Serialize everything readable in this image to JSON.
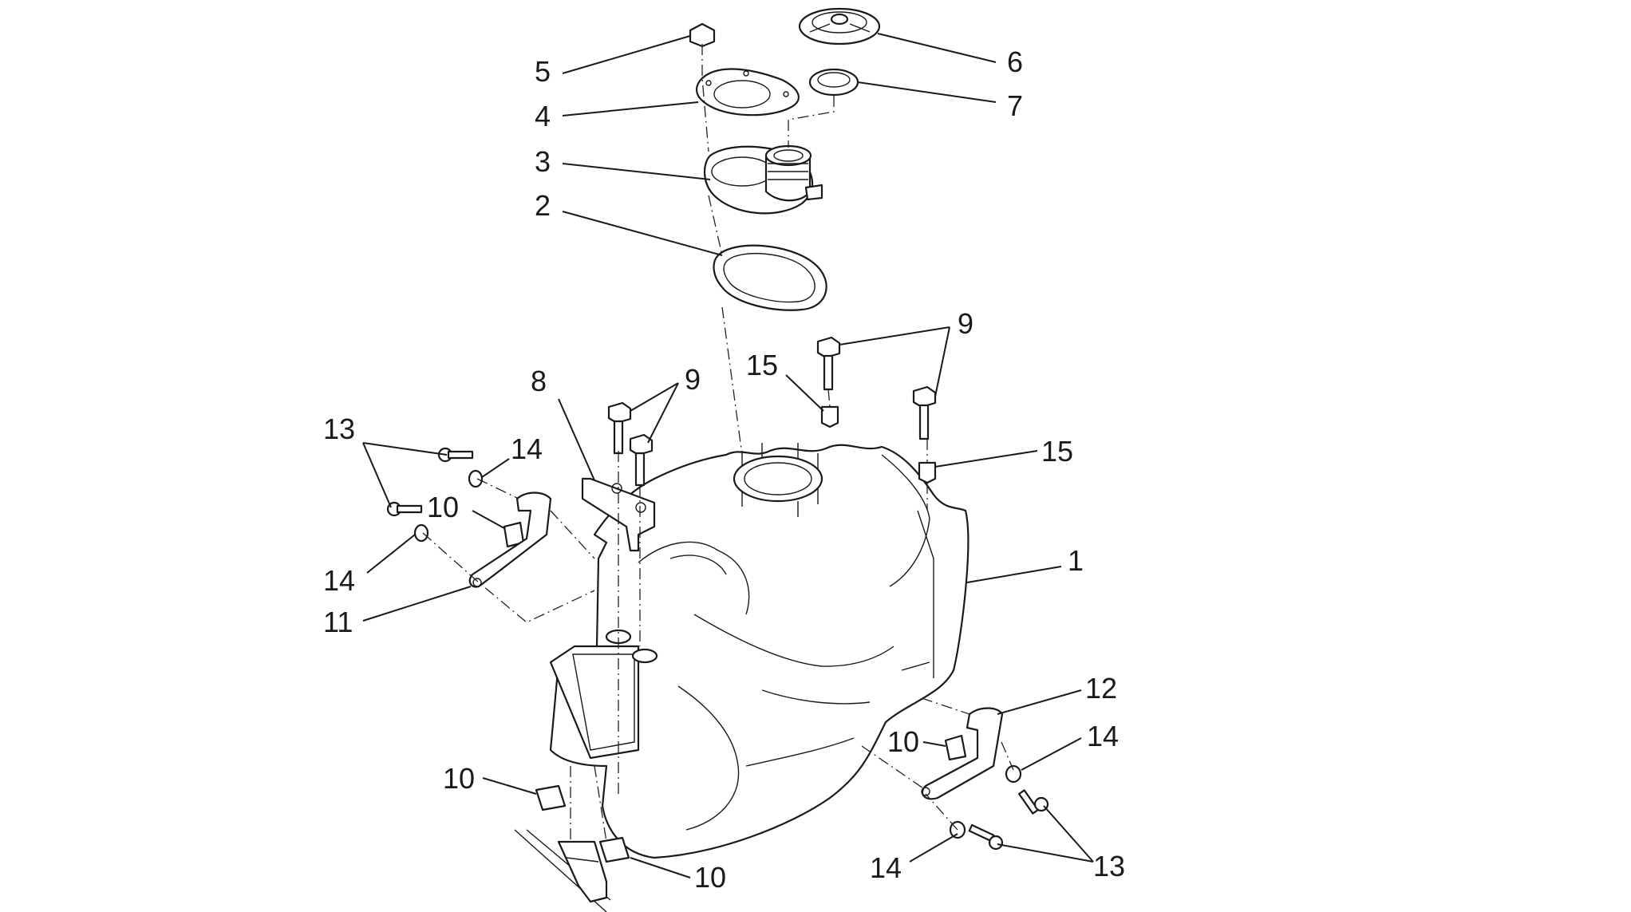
{
  "callouts": [
    {
      "id": "c1",
      "label": "1"
    },
    {
      "id": "c2",
      "label": "2"
    },
    {
      "id": "c3",
      "label": "3"
    },
    {
      "id": "c4",
      "label": "4"
    },
    {
      "id": "c5",
      "label": "5"
    },
    {
      "id": "c6",
      "label": "6"
    },
    {
      "id": "c7",
      "label": "7"
    },
    {
      "id": "c8",
      "label": "8"
    },
    {
      "id": "c9a",
      "label": "9"
    },
    {
      "id": "c9b",
      "label": "9"
    },
    {
      "id": "c10a",
      "label": "10"
    },
    {
      "id": "c10b",
      "label": "10"
    },
    {
      "id": "c10c",
      "label": "10"
    },
    {
      "id": "c10d",
      "label": "10"
    },
    {
      "id": "c11",
      "label": "11"
    },
    {
      "id": "c12",
      "label": "12"
    },
    {
      "id": "c13a",
      "label": "13"
    },
    {
      "id": "c13b",
      "label": "13"
    },
    {
      "id": "c14a",
      "label": "14"
    },
    {
      "id": "c14b",
      "label": "14"
    },
    {
      "id": "c14c",
      "label": "14"
    },
    {
      "id": "c14d",
      "label": "14"
    },
    {
      "id": "c15a",
      "label": "15"
    },
    {
      "id": "c15b",
      "label": "15"
    }
  ]
}
